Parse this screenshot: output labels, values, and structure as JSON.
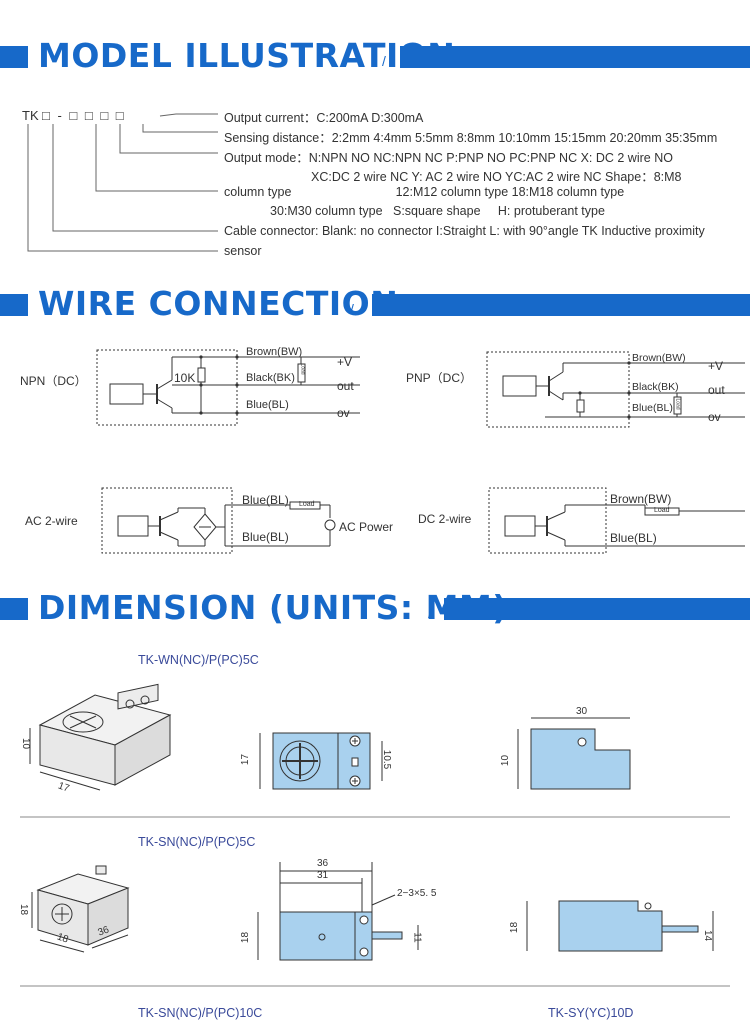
{
  "sections": {
    "model": "MODEL ILLUSTRATION",
    "wire": "WIRE CONNECTION",
    "dimension": "DIMENSION (UNITS: MM)",
    "slash": "/"
  },
  "model": {
    "code_prefix": "TK",
    "code_boxes": "□ - □ □ □ □",
    "lines": [
      "Output current：C:200mA  D:300mA",
      "Sensing distance：2:2mm 4:4mm 5:5mm 8:8mm 10:10mm 15:15mm 20:20mm 35:35mm",
      "Output mode：N:NPN NO NC:NPN NC P:PNP NO PC:PNP NC X: DC 2 wire NO",
      "XC:DC 2 wire NC Y: AC 2 wire NO YC:AC 2 wire NC  Shape：8:M8",
      "column type                              12:M12 column type 18:M18 column type",
      "30:M30 column type   S:square shape     H: protuberant type",
      "Cable connector: Blank: no connector I:Straight L: with 90°angle  TK Inductive proximity",
      "sensor"
    ]
  },
  "wiring": {
    "npn": {
      "label": "NPN（DC）",
      "resistor": "10K",
      "brown": "Brown(BW)",
      "black": "Black(BK)",
      "blue": "Blue(BL)",
      "v": "+V",
      "out": "out",
      "ov": "ov",
      "load": "Load"
    },
    "pnp": {
      "label": "PNP（DC）",
      "brown": "Brown(BW)",
      "black": "Black(BK)",
      "blue": "Blue(BL)",
      "v": "+V",
      "out": "out",
      "ov": "ov",
      "load": "Load"
    },
    "ac": {
      "label": "AC 2-wire",
      "blue1": "Blue(BL)",
      "blue2": "Blue(BL)",
      "load": "Load",
      "power": "AC Power"
    },
    "dc": {
      "label": "DC 2-wire",
      "brown": "Brown(BW)",
      "blue": "Blue(BL)",
      "load": "Load"
    }
  },
  "dimensions": {
    "wn_title": "TK-WN(NC)/P(PC)5C",
    "wn_iso_h": "10",
    "wn_iso_w": "17",
    "wn_front_h": "17",
    "wn_front_r": "10.5",
    "wn_side_w": "30",
    "wn_side_h": "10",
    "sn_title": "TK-SN(NC)/P(PC)5C",
    "sn_iso_h": "18",
    "sn_iso_d": "18",
    "sn_iso_w": "36",
    "sn_top_w1": "36",
    "sn_top_w2": "31",
    "sn_hole": "2−3×5. 5",
    "sn_front_h": "18",
    "sn_front_r": "11",
    "sn_side_h": "18",
    "sn_side_r": "14",
    "sn10_title": "TK-SN(NC)/P(PC)10C",
    "sy_title": "TK-SY(YC)10D"
  },
  "colors": {
    "accent": "#1769c9",
    "sensor_fill": "#a9d1ee",
    "label_blue": "#3a4a9a"
  }
}
